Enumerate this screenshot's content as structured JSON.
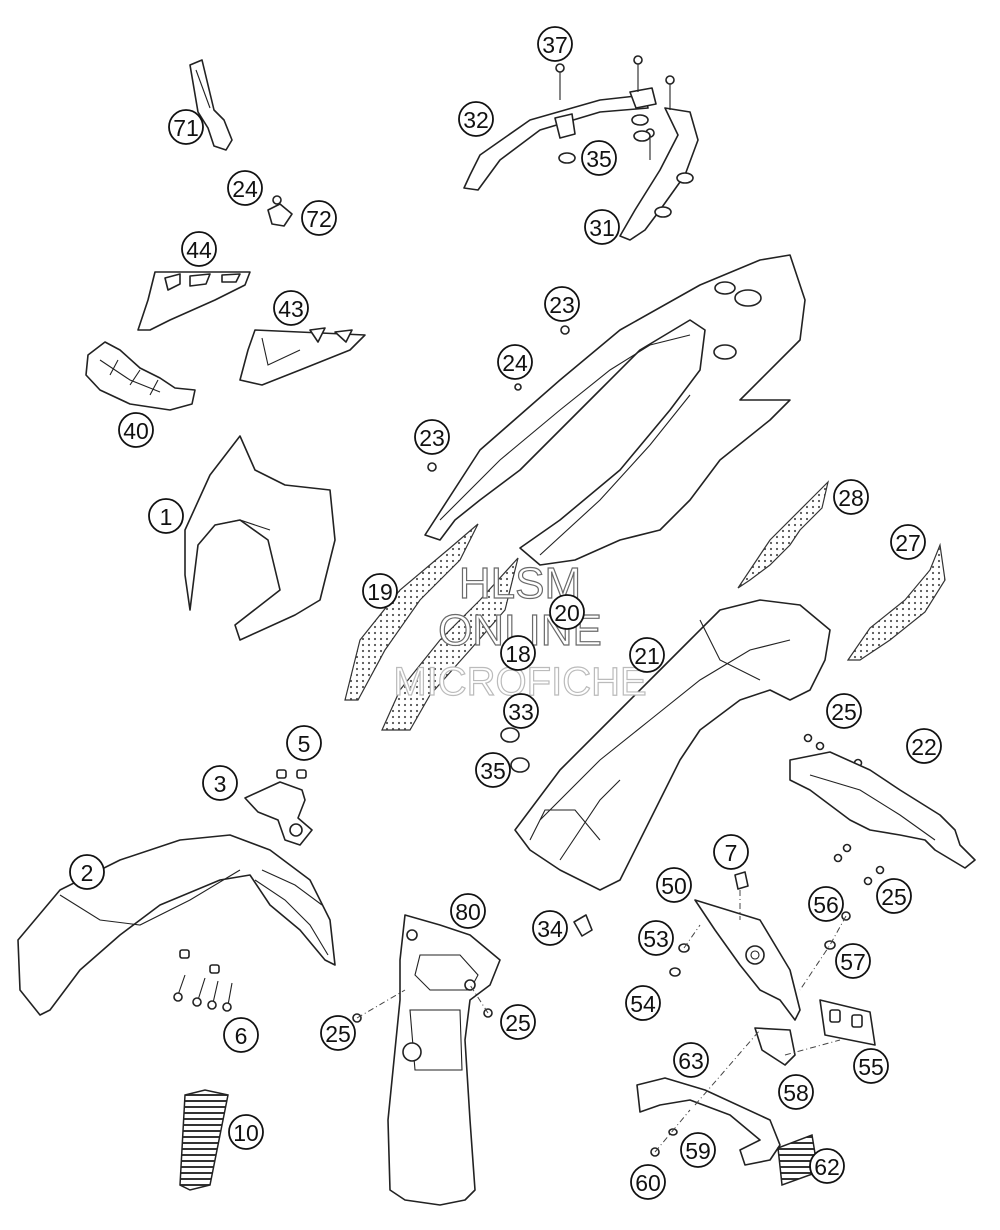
{
  "diagram": {
    "callouts": [
      {
        "label": "1"
      },
      {
        "label": "2"
      },
      {
        "label": "3"
      },
      {
        "label": "5"
      },
      {
        "label": "6"
      },
      {
        "label": "7"
      },
      {
        "label": "10"
      },
      {
        "label": "18"
      },
      {
        "label": "19"
      },
      {
        "label": "20"
      },
      {
        "label": "21"
      },
      {
        "label": "22"
      },
      {
        "label": "23"
      },
      {
        "label": "23"
      },
      {
        "label": "24"
      },
      {
        "label": "24"
      },
      {
        "label": "25"
      },
      {
        "label": "25"
      },
      {
        "label": "25"
      },
      {
        "label": "25"
      },
      {
        "label": "27"
      },
      {
        "label": "28"
      },
      {
        "label": "31"
      },
      {
        "label": "32"
      },
      {
        "label": "33"
      },
      {
        "label": "34"
      },
      {
        "label": "35"
      },
      {
        "label": "35"
      },
      {
        "label": "37"
      },
      {
        "label": "40"
      },
      {
        "label": "43"
      },
      {
        "label": "44"
      },
      {
        "label": "50"
      },
      {
        "label": "53"
      },
      {
        "label": "54"
      },
      {
        "label": "55"
      },
      {
        "label": "56"
      },
      {
        "label": "57"
      },
      {
        "label": "58"
      },
      {
        "label": "59"
      },
      {
        "label": "60"
      },
      {
        "label": "62"
      },
      {
        "label": "63"
      },
      {
        "label": "71"
      },
      {
        "label": "72"
      },
      {
        "label": "80"
      }
    ]
  },
  "watermark": {
    "line1": "HLSM",
    "line2": "ONLINE",
    "line3": "MICROFICHE"
  }
}
